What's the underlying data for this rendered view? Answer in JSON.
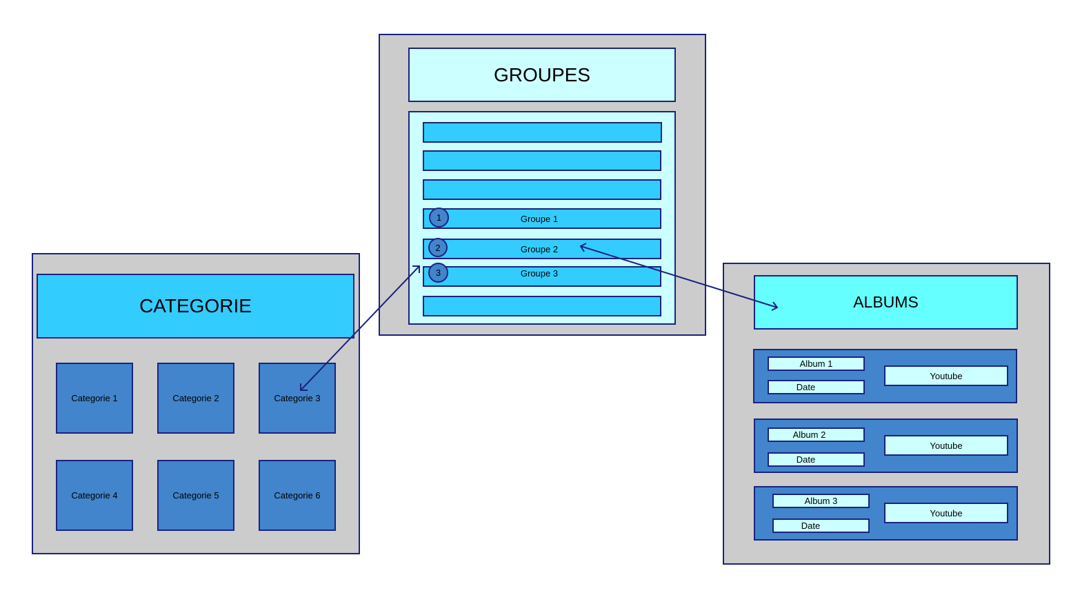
{
  "categorie": {
    "title": "CATEGORIE",
    "tiles": [
      "Categorie 1",
      "Categorie 2",
      "Categorie 3",
      "Categorie 4",
      "Categorie 5",
      "Categorie 6"
    ]
  },
  "groupes": {
    "title": "GROUPES",
    "rows": [
      {
        "label": "",
        "badge": ""
      },
      {
        "label": "",
        "badge": ""
      },
      {
        "label": "",
        "badge": ""
      },
      {
        "label": "Groupe 1",
        "badge": "1"
      },
      {
        "label": "Groupe 2",
        "badge": "2"
      },
      {
        "label": "Groupe 3",
        "badge": "3"
      },
      {
        "label": "",
        "badge": ""
      }
    ]
  },
  "albums": {
    "title": "ALBUMS",
    "items": [
      {
        "name": "Album 1",
        "date": "Date",
        "link": "Youtube"
      },
      {
        "name": "Album 2",
        "date": "Date",
        "link": "Youtube"
      },
      {
        "name": "Album 3",
        "date": "Date",
        "link": "Youtube"
      }
    ]
  },
  "colors": {
    "panel": "#cccccc",
    "border": "#1a237e",
    "header_blue": "#33ccff",
    "header_cyan": "#66ffff",
    "tile": "#4285cc",
    "light": "#ccffff"
  }
}
